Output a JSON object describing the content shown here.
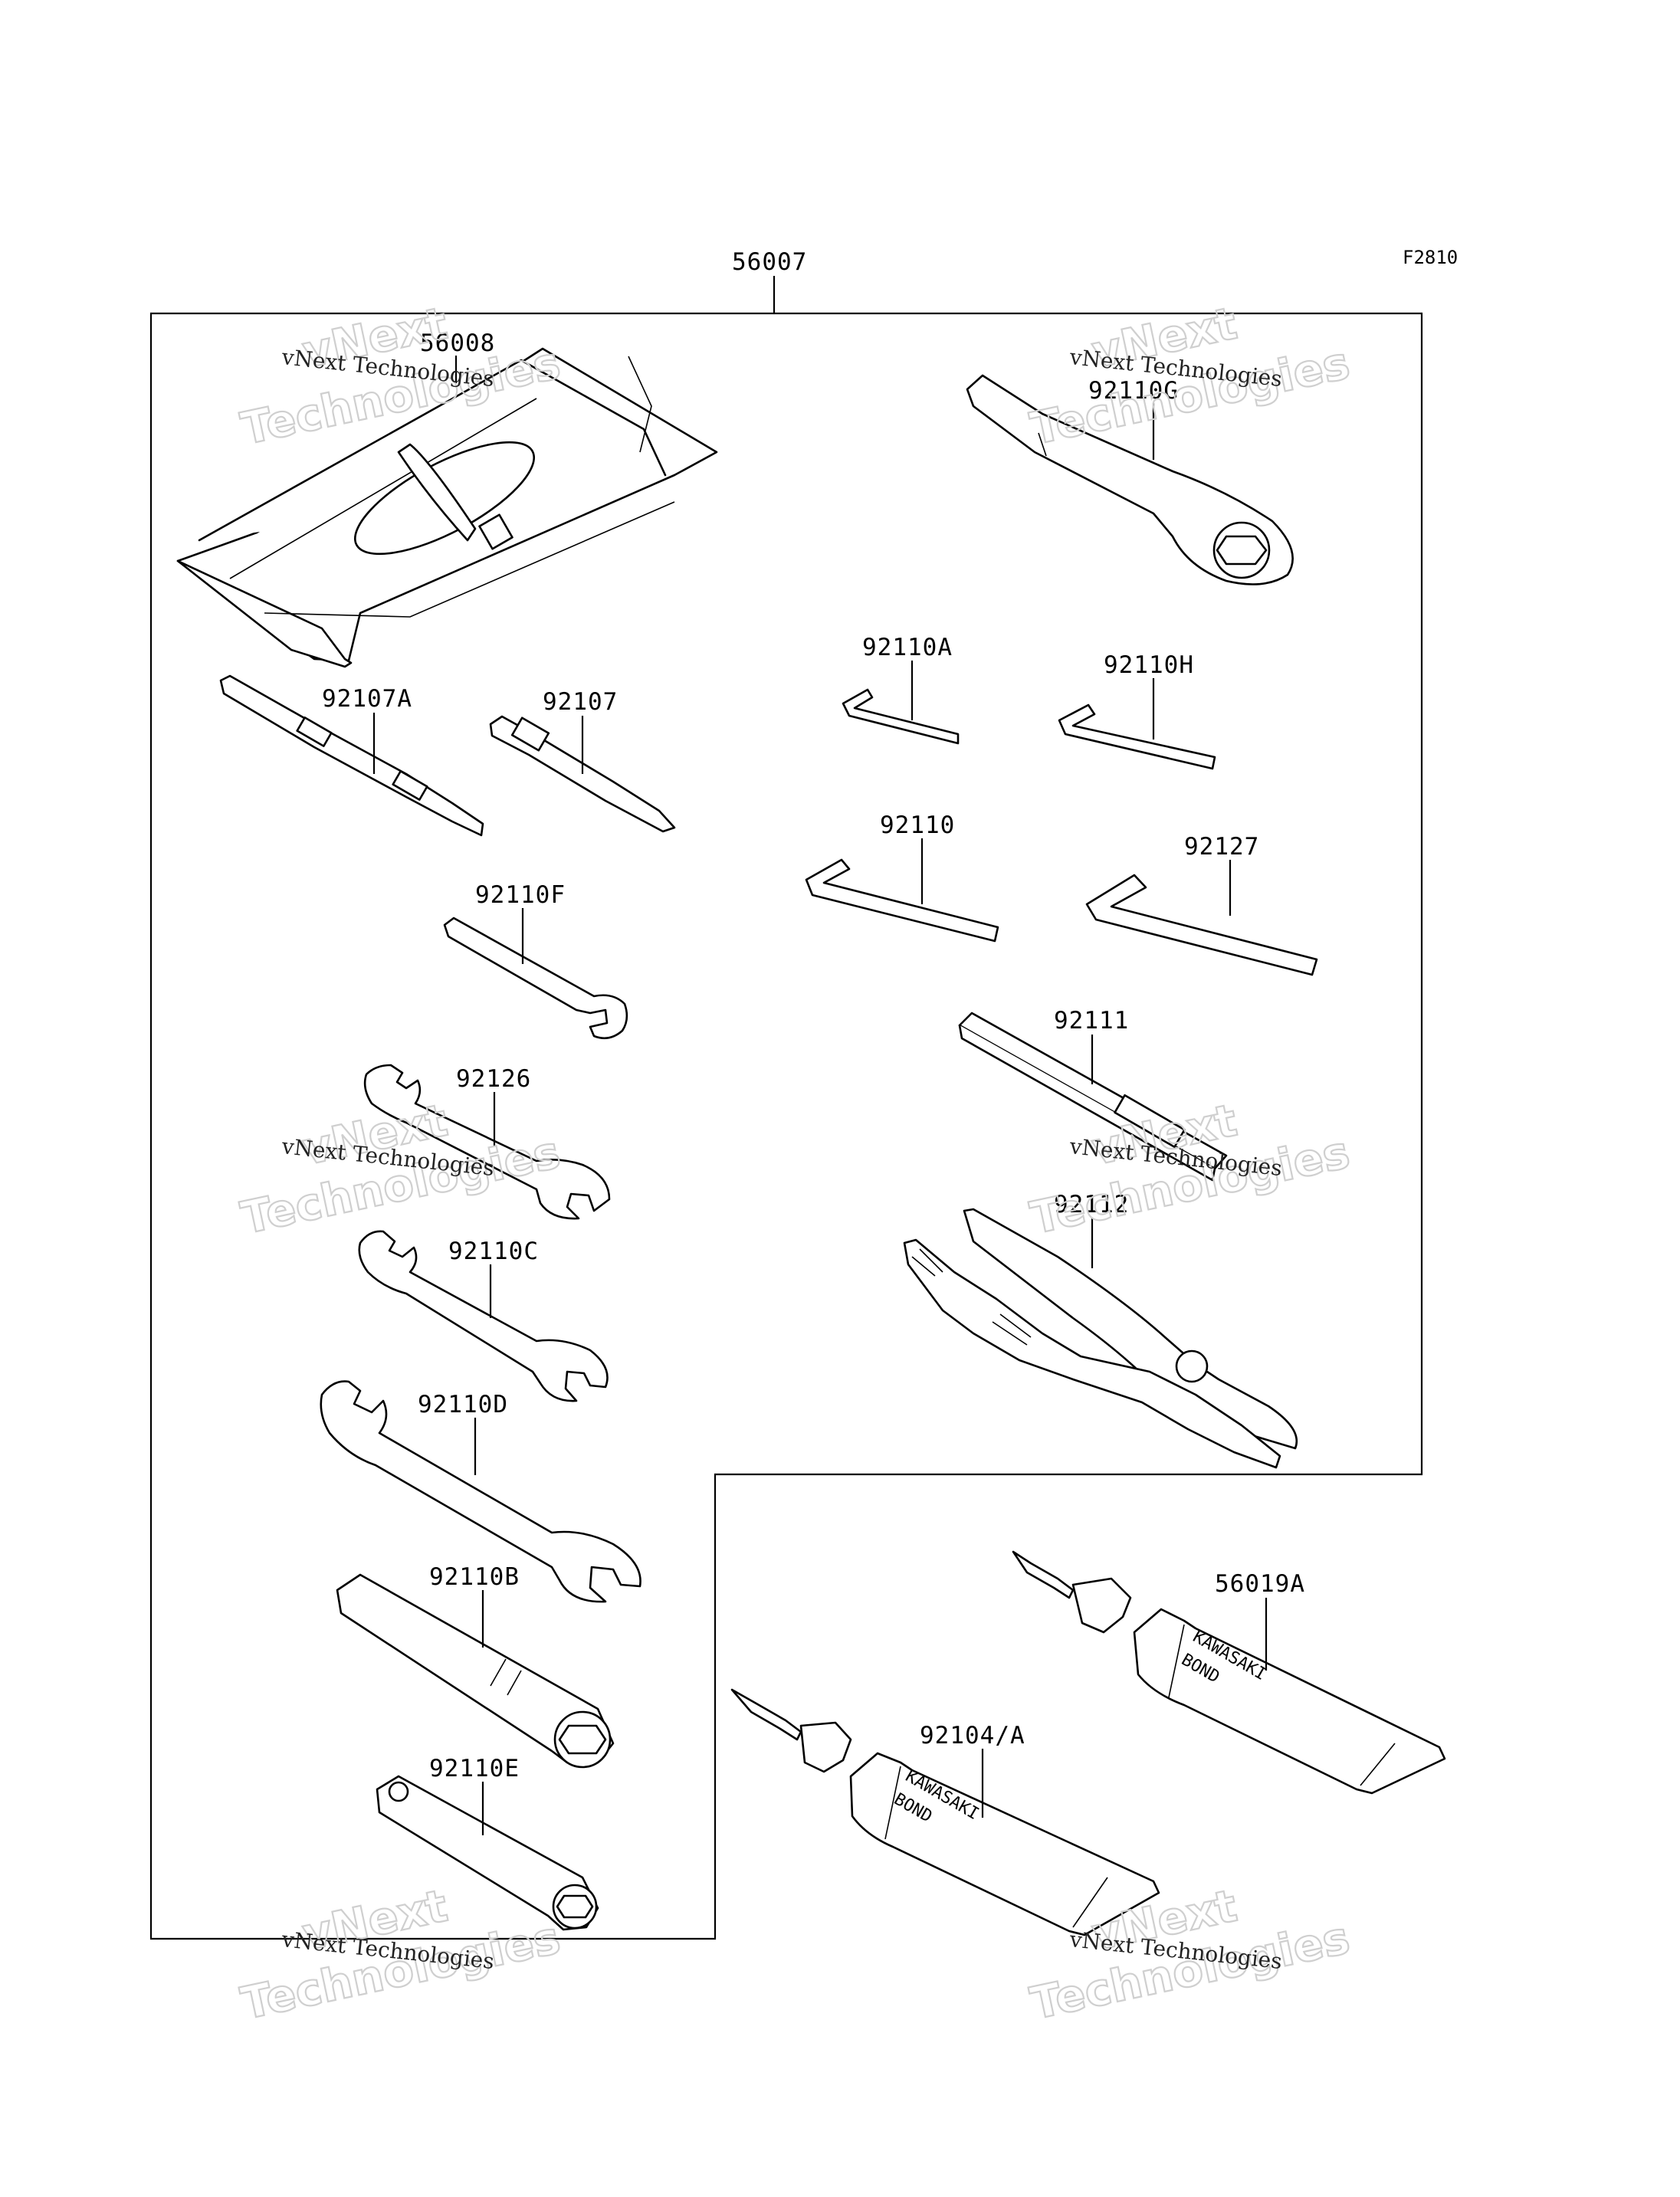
{
  "figure_code": "F2810",
  "assembly_label": "56007",
  "parts": {
    "tool_bag": "56008",
    "ring_wrench": "92110G",
    "screwdriver_long": "92107A",
    "screwdriver_short": "92107",
    "hex_key_a": "92110A",
    "hex_key_h": "92110H",
    "hex_key": "92110",
    "hex_key_large": "92127",
    "spanner_f": "92110F",
    "extension_bar": "92111",
    "spanner_26": "92126",
    "pliers": "92112",
    "spanner_c": "92110C",
    "spanner_d": "92110D",
    "box_wrench_b": "92110B",
    "box_wrench_e": "92110E",
    "bond_tube_a": "56019A",
    "bond_tube_b": "92104/A"
  },
  "tube_printing": {
    "line1": "KAWASAKI",
    "line2": "BOND"
  },
  "watermark": {
    "line_a": "vNext",
    "line_b": "vNext Technologies",
    "line_c": "Technologies"
  }
}
